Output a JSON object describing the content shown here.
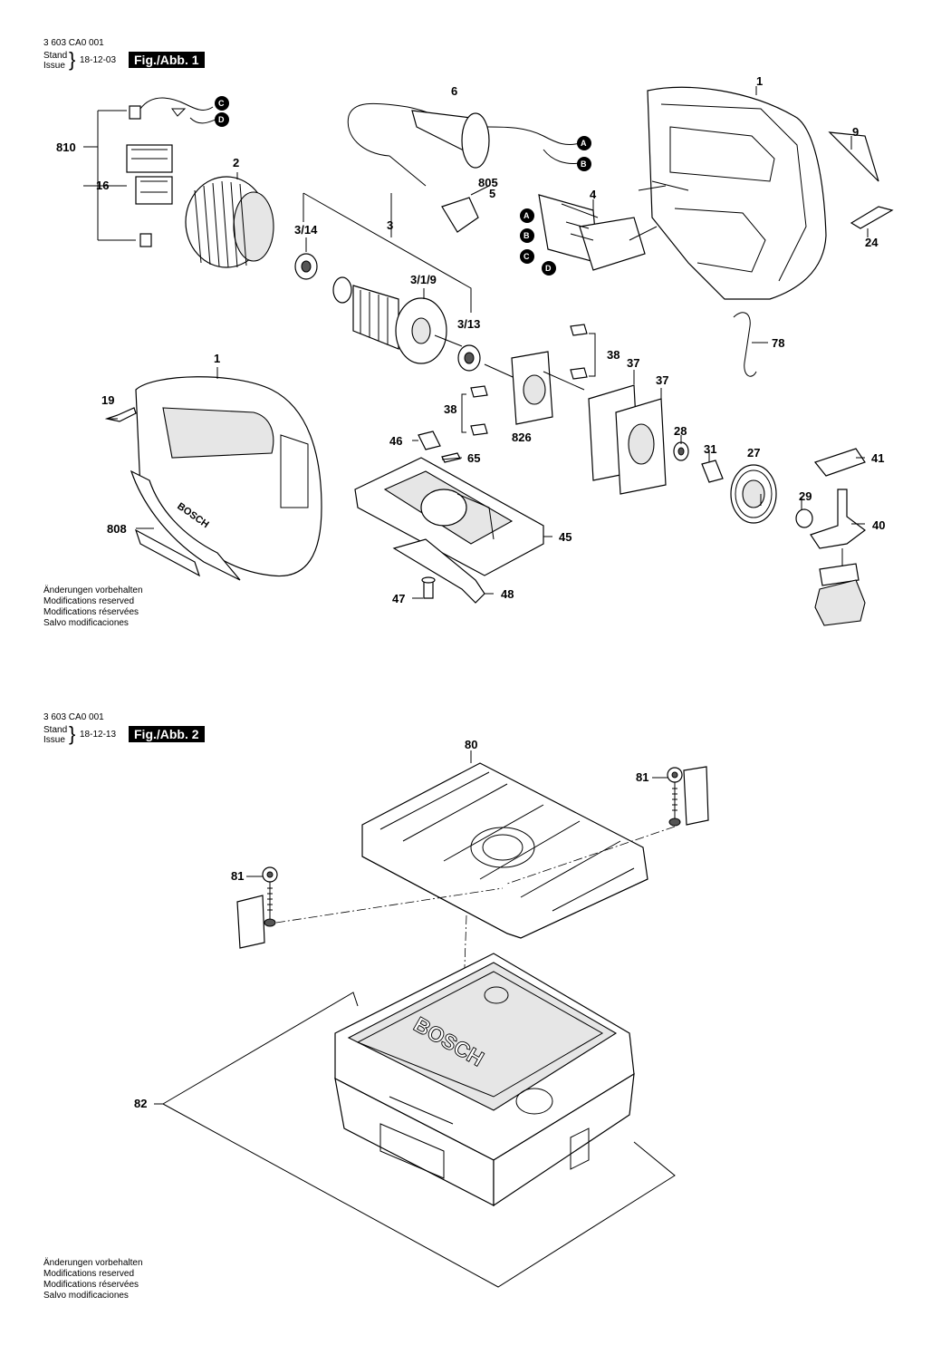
{
  "fig1": {
    "doc_number": "3 603 CA0 001",
    "stand": "Stand",
    "issue": "Issue",
    "date": "18-12-03",
    "badge": "Fig./Abb. 1",
    "labels": {
      "l1a": "1",
      "l1b": "1",
      "l2": "2",
      "l3": "3",
      "l3_14": "3/14",
      "l3_1_9": "3/1/9",
      "l3_13": "3/13",
      "l4": "4",
      "l5": "5",
      "l6": "6",
      "l9": "9",
      "l16": "16",
      "l19": "19",
      "l24": "24",
      "l27": "27",
      "l28": "28",
      "l29": "29",
      "l31": "31",
      "l37a": "37",
      "l37b": "37",
      "l38a": "38",
      "l38b": "38",
      "l40": "40",
      "l41": "41",
      "l45": "45",
      "l46": "46",
      "l47": "47",
      "l48": "48",
      "l65": "65",
      "l78": "78",
      "l805": "805",
      "l808": "808",
      "l810": "810",
      "l826": "826"
    },
    "connectors": {
      "A": "A",
      "B": "B",
      "C": "C",
      "D": "D"
    },
    "brand_on_tool": "BOSCH",
    "notes": [
      "Änderungen vorbehalten",
      "Modifications reserved",
      "Modifications réservées",
      "Salvo modificaciones"
    ]
  },
  "fig2": {
    "doc_number": "3 603 CA0 001",
    "stand": "Stand",
    "issue": "Issue",
    "date": "18-12-13",
    "badge": "Fig./Abb. 2",
    "labels": {
      "l80": "80",
      "l81a": "81",
      "l81b": "81",
      "l82": "82"
    },
    "brand_on_case": "BOSCH",
    "notes": [
      "Änderungen vorbehalten",
      "Modifications reserved",
      "Modifications réservées",
      "Salvo modificaciones"
    ]
  }
}
